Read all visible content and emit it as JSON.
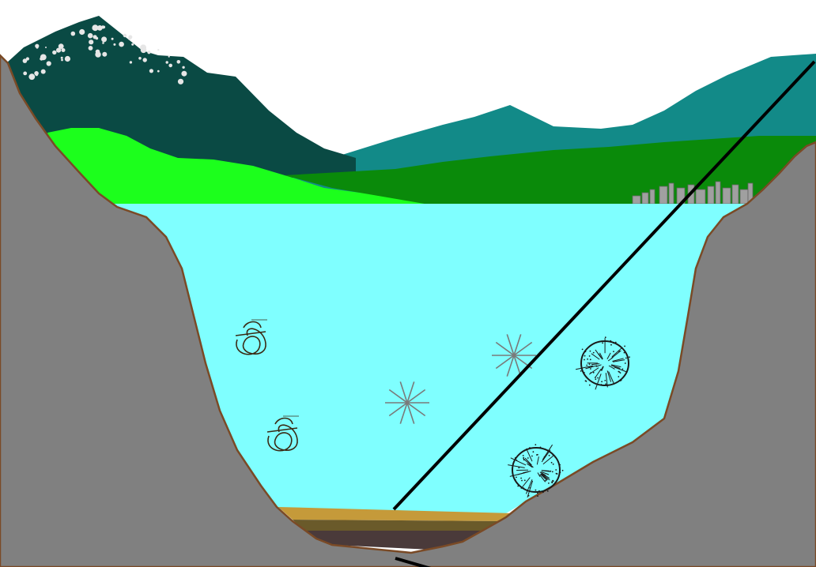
{
  "scene": {
    "kind": "lake cross-section",
    "colors": {
      "sky": "#ffffff",
      "rock": "#808080",
      "rock_outline": "#7a4a26",
      "mountain_dark": "#0a4a44",
      "mountain_mid": "#127f7f",
      "mountain_teal": "#128a88",
      "hill_lime": "#1cff1c",
      "hill_green": "#0a8a0a",
      "water": "#7fffff",
      "town": "#a0a0a0",
      "snow": "#e6e6e6",
      "sediment_top": "#c59a3a",
      "sediment_mid": "#6a5a2a",
      "sediment_bottom": "#4a3a3a",
      "plankton": "#3a2a14",
      "diatom": "#7a7a7a",
      "moss": "#1a1a1a",
      "section_line": "#000000"
    },
    "icons": {
      "plankton": "curled-filament-icon",
      "diatom": "radial-diatom-icon",
      "moss": "moss-clump-icon",
      "snow": "snow-cap-icon",
      "town": "town-skyline-icon"
    },
    "organisms": {
      "plankton_count": 2,
      "diatom_count": 2,
      "moss_count": 2
    }
  }
}
